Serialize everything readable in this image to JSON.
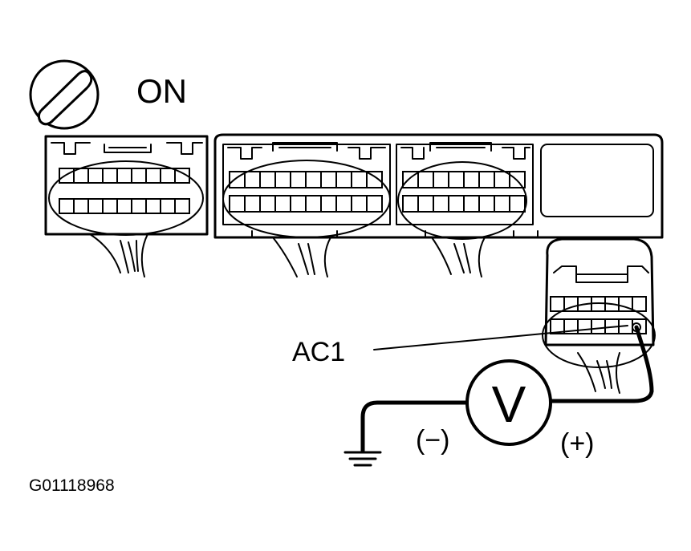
{
  "ignition": {
    "label": "ON"
  },
  "terminal": {
    "label": "AC1"
  },
  "meter": {
    "symbol": "V",
    "neg_label": "(−)",
    "pos_label": "(+)"
  },
  "figure_code": "G01118968"
}
